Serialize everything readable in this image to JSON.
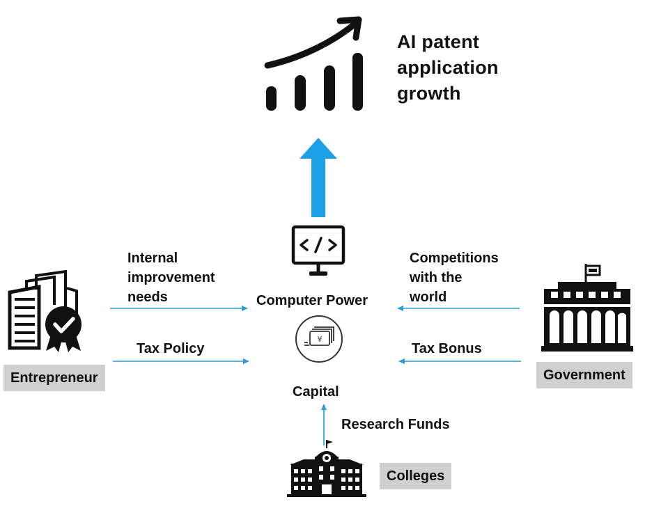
{
  "title": {
    "line1": "AI patent",
    "line2": "application",
    "line3": "growth"
  },
  "center": {
    "computer_power": "Computer Power",
    "capital": "Capital",
    "money_symbol": "¥"
  },
  "left": {
    "internal_line1": "Internal",
    "internal_line2": "improvement",
    "internal_line3": "needs",
    "tax_policy": "Tax Policy",
    "entity": "Entrepreneur"
  },
  "right": {
    "competitions_line1": "Competitions",
    "competitions_line2": "with the",
    "competitions_line3": "world",
    "tax_bonus": "Tax Bonus",
    "entity": "Government"
  },
  "bottom": {
    "research_funds": "Research Funds",
    "entity": "Colleges"
  },
  "colors": {
    "arrow_blue": "#1ea0e6",
    "thin_arrow": "#2a9ad8",
    "badge_bg": "#d0d0d0",
    "ink": "#111111"
  },
  "icons": [
    "growth-chart-icon",
    "code-monitor-icon",
    "money-circle-icon",
    "entrepreneur-certificate-icon",
    "government-building-icon",
    "college-building-icon"
  ]
}
